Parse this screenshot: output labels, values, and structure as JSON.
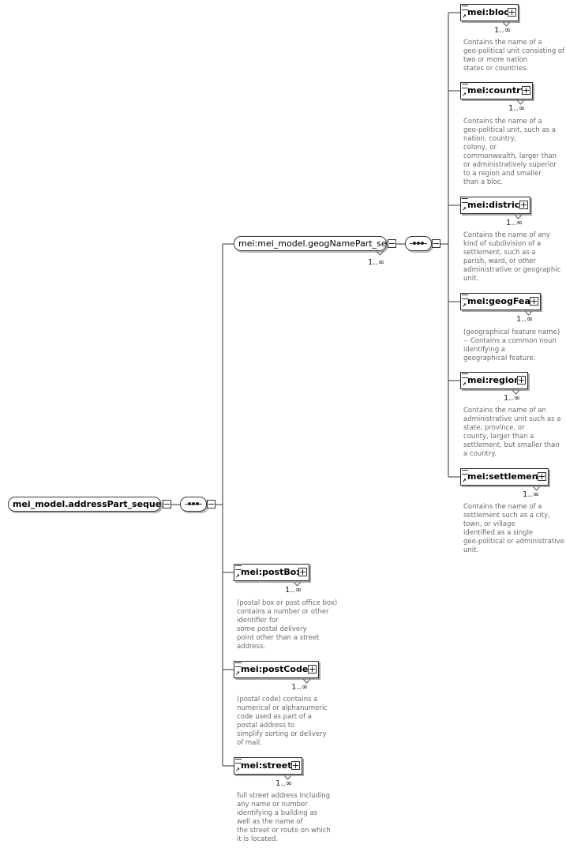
{
  "root": {
    "label": "mei_model.addressPart_seque..."
  },
  "inner_group": {
    "label": "mei:mei_model.geogNamePart_seque...",
    "cardinality": "1..∞"
  },
  "geog_elements": [
    {
      "name": "mei:bloc",
      "cardinality": "1..∞",
      "doc": "Contains the name of a\ngeo-political unit consisting of\ntwo or more nation\n        states or countries."
    },
    {
      "name": "mei:country",
      "cardinality": "1..∞",
      "doc": "Contains the name of a\ngeo-political unit, such as a\nnation, country,\n        colony, or\ncommonwealth, larger than\nor administratively superior\nto a region and smaller\n        than a bloc."
    },
    {
      "name": "mei:district",
      "cardinality": "1..∞",
      "doc": "Contains the name of any\nkind of subdivision of a\nsettlement, such as a\n        parish, ward, or other\nadministrative or geographic\nunit."
    },
    {
      "name": "mei:geogFeat",
      "cardinality": "1..∞",
      "doc": "(geographical feature name)\n-- Contains a common noun\nidentifying a\n        geographical feature."
    },
    {
      "name": "mei:region",
      "cardinality": "1..∞",
      "doc": "Contains the name of an\nadministrative unit such as a\nstate, province, or\n        county, larger than a\nsettlement, but smaller than\na country."
    },
    {
      "name": "mei:settlement",
      "cardinality": "1..∞",
      "doc": "Contains the name of a\nsettlement such as a city,\ntown, or village\n        identified as a single\ngeo-political or administrative\nunit."
    }
  ],
  "address_elements": [
    {
      "name": "mei:postBox",
      "cardinality": "1..∞",
      "doc": "(postal box or post office box)\ncontains a number or other\nidentifier for\n        some postal delivery\npoint other than a street\naddress."
    },
    {
      "name": "mei:postCode",
      "cardinality": "1..∞",
      "doc": "(postal code) contains a\nnumerical or alphanumeric\ncode used as part of a\n        postal address to\nsimplify sorting or delivery\nof mail."
    },
    {
      "name": "mei:street",
      "cardinality": "1..∞",
      "doc": "full street address including\nany name or number\nidentifying a building as\n        well as the name of\nthe street or route on which\nit is located."
    }
  ]
}
